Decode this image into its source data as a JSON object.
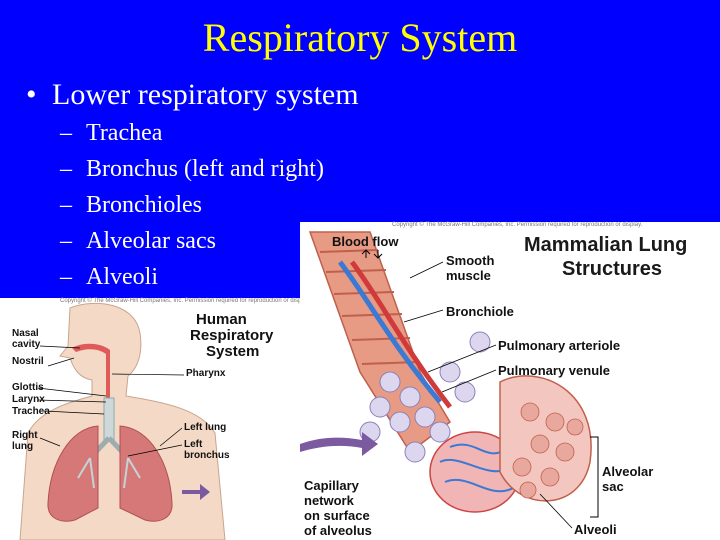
{
  "slide": {
    "title": "Respiratory System",
    "bullet": "Lower respiratory system",
    "sub_items": [
      "Trachea",
      "Bronchus (left and right)",
      "Bronchioles",
      "Alveolar sacs",
      "Alveoli"
    ],
    "colors": {
      "background": "#0000ff",
      "title": "#ffff00",
      "text": "#ffffff"
    }
  },
  "figure_left": {
    "copyright": "Copyright © The McGraw-Hill Companies, Inc. Permission required for reproduction or display.",
    "title_line1": "Human",
    "title_line2": "Respiratory",
    "title_line3": "System",
    "labels": {
      "nasal1": "Nasal",
      "nasal2": "cavity",
      "nostril": "Nostril",
      "glottis": "Glottis",
      "larynx": "Larynx",
      "trachea": "Trachea",
      "right1": "Right",
      "right2": "lung",
      "pharynx": "Pharynx",
      "leftlung": "Left lung",
      "leftb1": "Left",
      "leftb2": "bronchus"
    }
  },
  "figure_right": {
    "copyright": "Copyright © The McGraw-Hill Companies, Inc. Permission required for reproduction or display.",
    "title_line1": "Mammalian Lung",
    "title_line2": "Structures",
    "labels": {
      "bloodflow": "Blood flow",
      "smooth1": "Smooth",
      "smooth2": "muscle",
      "bronchiole": "Bronchiole",
      "arteriole": "Pulmonary arteriole",
      "venule": "Pulmonary venule",
      "alv1": "Alveolar",
      "alv2": "sac",
      "cap1": "Capillary",
      "cap2": "network",
      "cap3": "on surface",
      "cap4": "of alveolus",
      "alveoli": "Alveoli"
    }
  }
}
